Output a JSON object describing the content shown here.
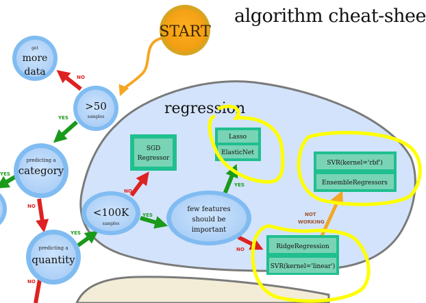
{
  "title": "algorithm cheat-sheet",
  "colors": {
    "node_fill": "#b9d8fb",
    "node_ring": "#80bcf2",
    "start_fill": "#f6a31b",
    "start_ring": "#d9a420",
    "algo_fill": "#79d3b5",
    "algo_border": "#1fbf8f",
    "cluster_fill": "#d3e3fb",
    "cluster_stroke": "#7a7a7a",
    "yes": "#1a9a1a",
    "no": "#dd2222",
    "not_working": "#f5a623",
    "highlight": "#ffff00",
    "lower_cluster_fill": "#f3edd8"
  },
  "start": {
    "label": "START"
  },
  "cluster": {
    "label": "regression"
  },
  "nodes": {
    "more_data": {
      "small": "get",
      "line1": "more",
      "line2": "data"
    },
    "samples50": {
      "big": ">50",
      "small": "samples"
    },
    "category": {
      "small": "predicting a",
      "big": "category"
    },
    "quantity": {
      "small": "predicting a",
      "big": "quantity"
    },
    "samples100k": {
      "big": "<100K",
      "small": "samples"
    },
    "few_features": {
      "line1": "few features",
      "line2": "should be",
      "line3": "important"
    }
  },
  "algorithms": {
    "sgd": {
      "line1": "SGD",
      "line2": "Regressor"
    },
    "lasso": "Lasso",
    "elasticnet": "ElasticNet",
    "svr_rbf": "SVR(kernel='rbf')",
    "ensemble": "EnsembleRegressors",
    "ridge": "RidgeRegression",
    "svr_linear": "SVR(kernel='linear')"
  },
  "edge_labels": {
    "no": "NO",
    "yes": "YES",
    "not": "NOT",
    "working": "WORKING"
  }
}
